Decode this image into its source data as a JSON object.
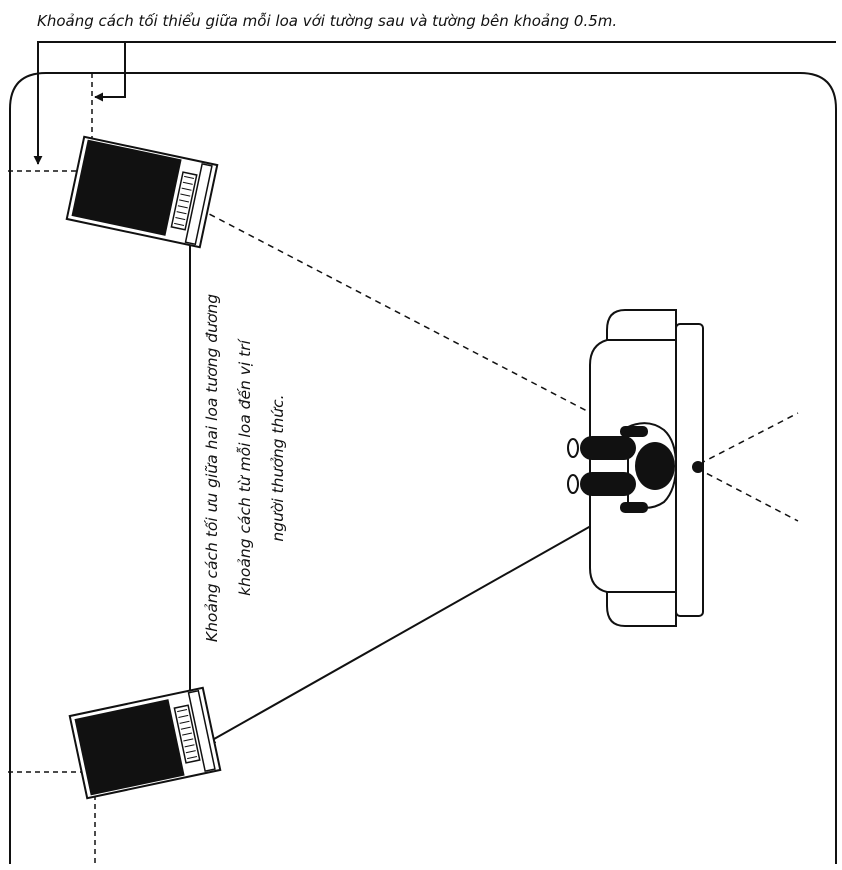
{
  "captions": {
    "wall_distance_note": "Khoảng cách tối thiểu giữa mỗi loa với tường sau và tường bên khoảng 0.5m.",
    "speaker_distance_line1": "Khoảng cách tối ưu giữa hai loa tương đương",
    "speaker_distance_line2": "khoảng cách từ mỗi loa đến vị trí",
    "speaker_distance_line3": "người thưởng thức."
  },
  "colors": {
    "ink": "#111111",
    "speaker_body": "#111111",
    "background": "#ffffff"
  },
  "icons": {
    "speaker_top": "speaker-icon",
    "speaker_bottom": "speaker-icon",
    "sofa": "sofa-icon",
    "listener": "person-icon",
    "listening_point": "dot-icon"
  }
}
